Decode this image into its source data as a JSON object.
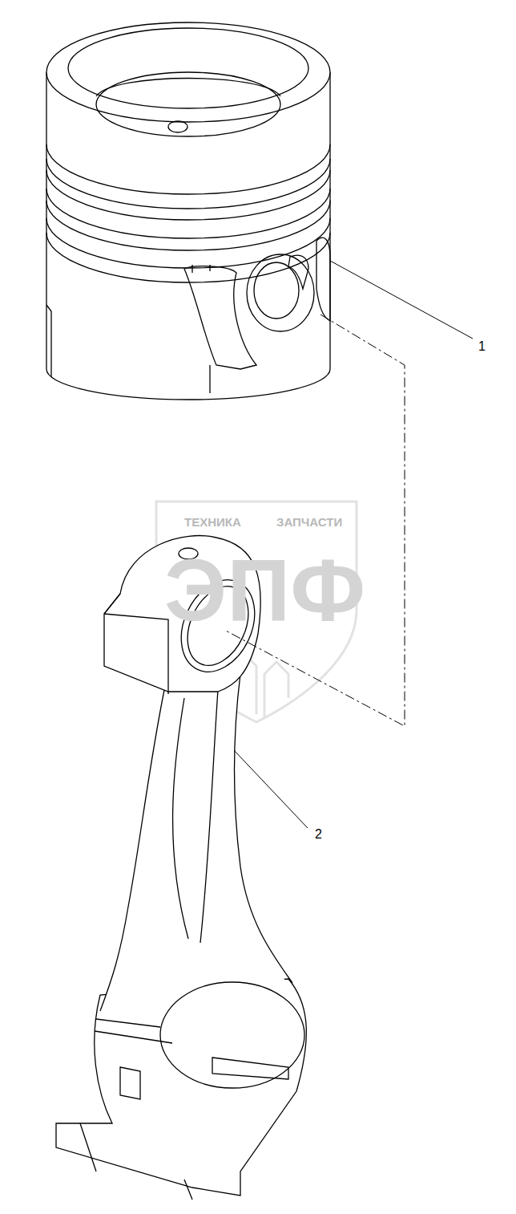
{
  "diagram": {
    "labels": [
      "1",
      "2",
      "ТЕХНИКА",
      "ЗАПЧАСТИ",
      "ЭПФ"
    ]
  }
}
